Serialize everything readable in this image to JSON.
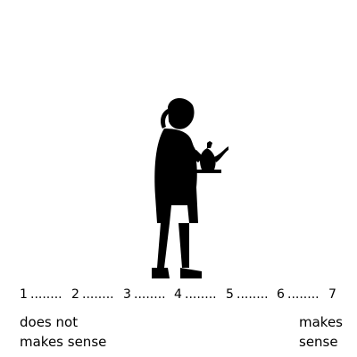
{
  "scale": {
    "points": [
      "1",
      "2",
      "3",
      "4",
      "5",
      "6",
      "7"
    ],
    "separator": "........"
  },
  "anchors": {
    "left_line1": "does not",
    "left_line2": "makes sense",
    "right_line1": "makes",
    "right_line2": "sense"
  },
  "image": {
    "subject": "silhouette of a man holding a teapot",
    "fill": "#000000"
  }
}
